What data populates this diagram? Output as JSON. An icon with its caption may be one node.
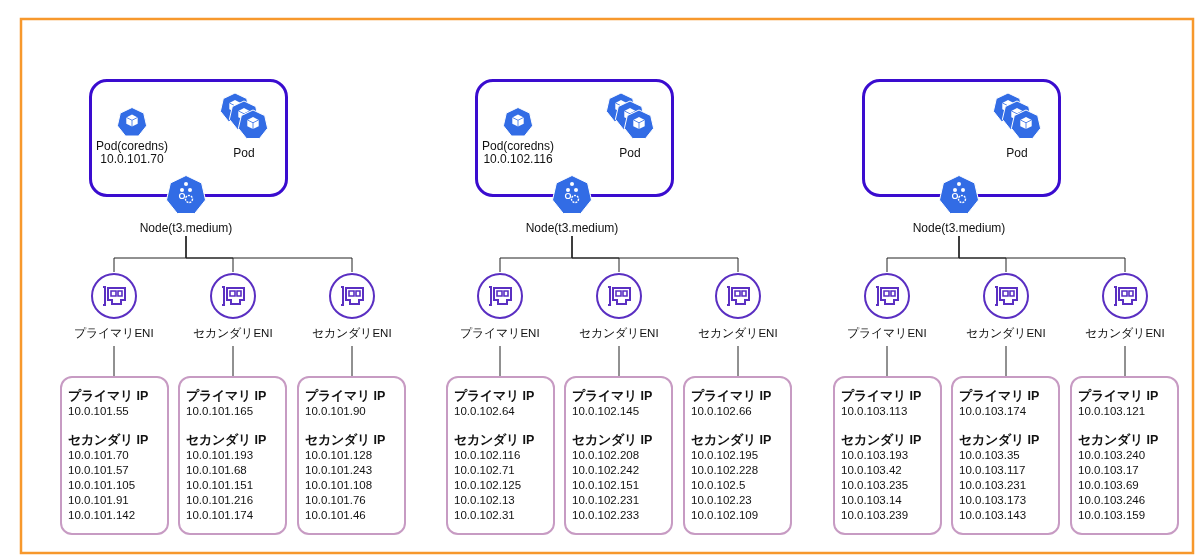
{
  "diagram": {
    "nodes": [
      {
        "text": [],
        "shape": "box"
      },
      {
        "text": [
          "Pod(coredns)",
          "10.0.101.70"
        ],
        "in": 0
      },
      {
        "text": [
          "Pod"
        ],
        "in": 0
      },
      {
        "text": [
          "Node(t3.medium)"
        ]
      },
      {
        "text": [
          "プライマリENI"
        ]
      },
      {
        "text": [
          "セカンダリENI"
        ]
      },
      {
        "text": [
          "セカンダリENI"
        ]
      },
      {
        "text": [
          "プライマリ IP",
          "10.0.101.55",
          "セカンダリ IP",
          "10.0.101.70",
          "10.0.101.57",
          "10.0.101.105",
          "10.0.101.91",
          "10.0.101.142"
        ]
      },
      {
        "text": [
          "プライマリ IP",
          "10.0.101.165",
          "セカンダリ IP",
          "10.0.101.193",
          "10.0.101.68",
          "10.0.101.151",
          "10.0.101.216",
          "10.0.101.174"
        ]
      },
      {
        "text": [
          "プライマリ IP",
          "10.0.101.90",
          "セカンダリ IP",
          "10.0.101.128",
          "10.0.101.243",
          "10.0.101.108",
          "10.0.101.76",
          "10.0.101.46"
        ]
      },
      {
        "text": [],
        "shape": "box"
      },
      {
        "text": [
          "Pod(coredns)",
          "10.0.102.116"
        ],
        "in": 10
      },
      {
        "text": [
          "Pod"
        ],
        "in": 10
      },
      {
        "text": [
          "Node(t3.medium)"
        ]
      },
      {
        "text": [
          "プライマリENI"
        ]
      },
      {
        "text": [
          "セカンダリENI"
        ]
      },
      {
        "text": [
          "セカンダリENI"
        ]
      },
      {
        "text": [
          "プライマリ IP",
          "10.0.102.64",
          "セカンダリ IP",
          "10.0.102.116",
          "10.0.102.71",
          "10.0.102.125",
          "10.0.102.13",
          "10.0.102.31"
        ]
      },
      {
        "text": [
          "プライマリ IP",
          "10.0.102.145",
          "セカンダリ IP",
          "10.0.102.208",
          "10.0.102.242",
          "10.0.102.151",
          "10.0.102.231",
          "10.0.102.233"
        ]
      },
      {
        "text": [
          "プライマリ IP",
          "10.0.102.66",
          "セカンダリ IP",
          "10.0.102.195",
          "10.0.102.228",
          "10.0.102.5",
          "10.0.102.23",
          "10.0.102.109"
        ]
      },
      {
        "text": [],
        "shape": "box"
      },
      {
        "text": [
          "Pod"
        ],
        "in": 20
      },
      {
        "text": [
          "Node(t3.medium)"
        ]
      },
      {
        "text": [
          "プライマリENI"
        ]
      },
      {
        "text": [
          "セカンダリENI"
        ]
      },
      {
        "text": [
          "セカンダリENI"
        ]
      },
      {
        "text": [
          "プライマリ IP",
          "10.0.103.113",
          "セカンダリ IP",
          "10.0.103.193",
          "10.0.103.42",
          "10.0.103.235",
          "10.0.103.14",
          "10.0.103.239"
        ]
      },
      {
        "text": [
          "プライマリ IP",
          "10.0.103.174",
          "セカンダリ IP",
          "10.0.103.35",
          "10.0.103.117",
          "10.0.103.231",
          "10.0.103.173",
          "10.0.103.143"
        ]
      },
      {
        "text": [
          "プライマリ IP",
          "10.0.103.121",
          "セカンダリ IP",
          "10.0.103.240",
          "10.0.103.17",
          "10.0.103.69",
          "10.0.103.246",
          "10.0.103.159"
        ]
      }
    ],
    "edges": [
      {
        "from": 3,
        "to": 4,
        "arrow": "none"
      },
      {
        "from": 3,
        "to": 5,
        "arrow": "none"
      },
      {
        "from": 3,
        "to": 6,
        "arrow": "none"
      },
      {
        "from": 4,
        "to": 7,
        "arrow": "none"
      },
      {
        "from": 5,
        "to": 8,
        "arrow": "none"
      },
      {
        "from": 6,
        "to": 9,
        "arrow": "none"
      },
      {
        "from": 13,
        "to": 14,
        "arrow": "none"
      },
      {
        "from": 13,
        "to": 15,
        "arrow": "none"
      },
      {
        "from": 13,
        "to": 16,
        "arrow": "none"
      },
      {
        "from": 14,
        "to": 17,
        "arrow": "none"
      },
      {
        "from": 15,
        "to": 18,
        "arrow": "none"
      },
      {
        "from": 16,
        "to": 19,
        "arrow": "none"
      },
      {
        "from": 22,
        "to": 23,
        "arrow": "none"
      },
      {
        "from": 22,
        "to": 24,
        "arrow": "none"
      },
      {
        "from": 22,
        "to": 25,
        "arrow": "none"
      },
      {
        "from": 23,
        "to": 26,
        "arrow": "none"
      },
      {
        "from": 24,
        "to": 27,
        "arrow": "none"
      },
      {
        "from": 25,
        "to": 28,
        "arrow": "none"
      }
    ]
  }
}
